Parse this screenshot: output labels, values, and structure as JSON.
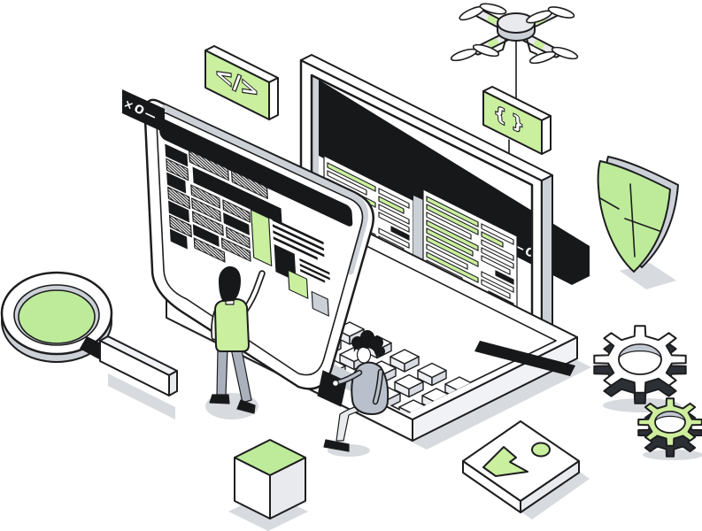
{
  "illustration": {
    "description": "Isometric web development illustration",
    "code_tag_badge": {
      "symbol": "</>"
    },
    "braces_badge": {
      "symbol": "{ }"
    },
    "browser_window": {
      "controls": "×O—"
    },
    "laptop_screen": {
      "controls": "—O×"
    },
    "colors": {
      "accent_green": "#c9ef9f",
      "lens_green": "#bdeb9a",
      "cool_gray": "#ccd1d8",
      "shadow_gray": "#d7dade",
      "outline": "#1d1d1f",
      "black_fill": "#17181a",
      "white": "#ffffff"
    },
    "objects": [
      "drone",
      "code-tag-badge",
      "braces-badge",
      "laptop",
      "browser-window",
      "magnifying-glass",
      "shield",
      "gear-large",
      "gear-small",
      "cube",
      "image-tile",
      "woman-developer",
      "man-developer"
    ]
  }
}
